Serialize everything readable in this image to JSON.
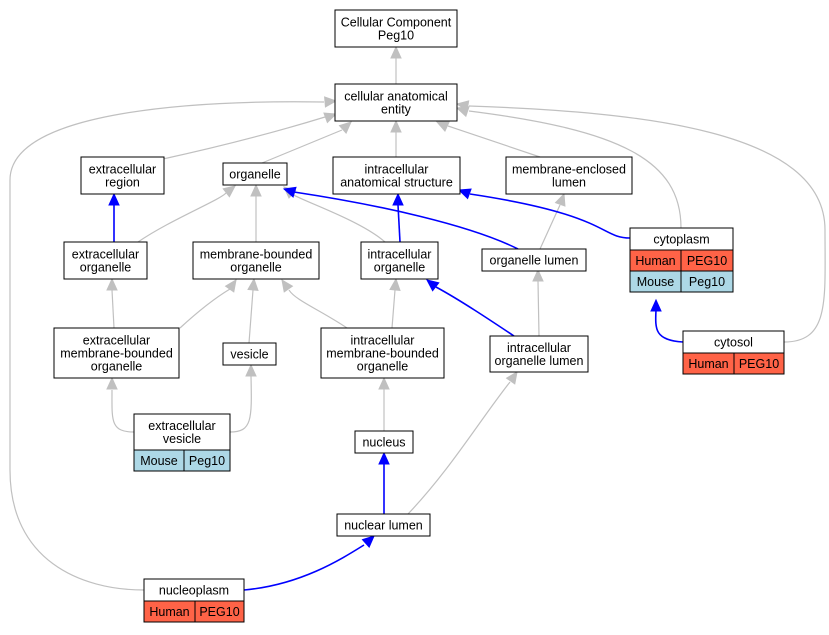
{
  "colors": {
    "human": "#ff6347",
    "mouse": "#add8e6",
    "gray_edge": "#c0c0c0",
    "blue_edge": "#0000ff"
  },
  "nodes": {
    "root": [
      "Cellular Component",
      "Peg10"
    ],
    "cae": [
      "cellular anatomical",
      "entity"
    ],
    "er": [
      "extracellular",
      "region"
    ],
    "org": [
      "organelle"
    ],
    "ias": [
      "intracellular",
      "anatomical structure"
    ],
    "mel": [
      "membrane-enclosed",
      "lumen"
    ],
    "eo": [
      "extracellular",
      "organelle"
    ],
    "mbo": [
      "membrane-bounded",
      "organelle"
    ],
    "io": [
      "intracellular",
      "organelle"
    ],
    "ol": [
      "organelle lumen"
    ],
    "cyto": [
      "cytoplasm"
    ],
    "embo": [
      "extracellular",
      "membrane-bounded",
      "organelle"
    ],
    "ves": [
      "vesicle"
    ],
    "imbo": [
      "intracellular",
      "membrane-bounded",
      "organelle"
    ],
    "iol": [
      "intracellular",
      "organelle lumen"
    ],
    "cytosol": [
      "cytosol"
    ],
    "ev": [
      "extracellular",
      "vesicle"
    ],
    "nuc": [
      "nucleus"
    ],
    "nl": [
      "nuclear lumen"
    ],
    "np": [
      "nucleoplasm"
    ]
  },
  "annotations": {
    "cyto": [
      {
        "species": "Human",
        "gene": "PEG10"
      },
      {
        "species": "Mouse",
        "gene": "Peg10"
      }
    ],
    "cytosol": [
      {
        "species": "Human",
        "gene": "PEG10"
      }
    ],
    "ev": [
      {
        "species": "Mouse",
        "gene": "Peg10"
      }
    ],
    "np": [
      {
        "species": "Human",
        "gene": "PEG10"
      }
    ]
  }
}
